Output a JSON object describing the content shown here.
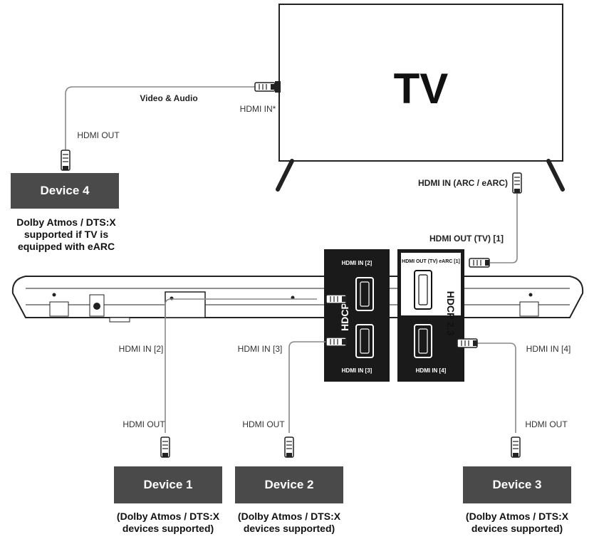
{
  "tv": {
    "title": "TV",
    "hdmi_in": "HDMI IN*",
    "hdmi_arc": "HDMI IN (ARC / eARC)"
  },
  "cable_label_video_audio": "Video & Audio",
  "soundbar": {
    "hdmi_out_tv": "HDMI OUT (TV) [1]",
    "panel_left": {
      "top": "HDMI IN [2]",
      "bottom": "HDMI IN [3]",
      "side": "HDCP"
    },
    "panel_right": {
      "top": "HDMI OUT (TV) eARC [1]",
      "bottom": "HDMI IN [4]",
      "side": "HDCP 2.3"
    }
  },
  "devices": [
    {
      "label": "Device 4",
      "port_label": "HDMI OUT",
      "note_lines": [
        "Dolby Atmos / DTS:X",
        "supported if TV is",
        "equipped with eARC"
      ]
    },
    {
      "label": "Device 1",
      "port_label": "HDMI OUT",
      "input_label": "HDMI IN [2]",
      "note_lines": [
        "(Dolby Atmos / DTS:X",
        "devices supported)"
      ]
    },
    {
      "label": "Device 2",
      "port_label": "HDMI OUT",
      "input_label": "HDMI IN [3]",
      "note_lines": [
        "(Dolby Atmos / DTS:X",
        "devices supported)"
      ]
    },
    {
      "label": "Device 3",
      "port_label": "HDMI OUT",
      "input_label": "HDMI IN [4]",
      "note_lines": [
        "(Dolby Atmos / DTS:X",
        "devices supported)"
      ]
    }
  ]
}
